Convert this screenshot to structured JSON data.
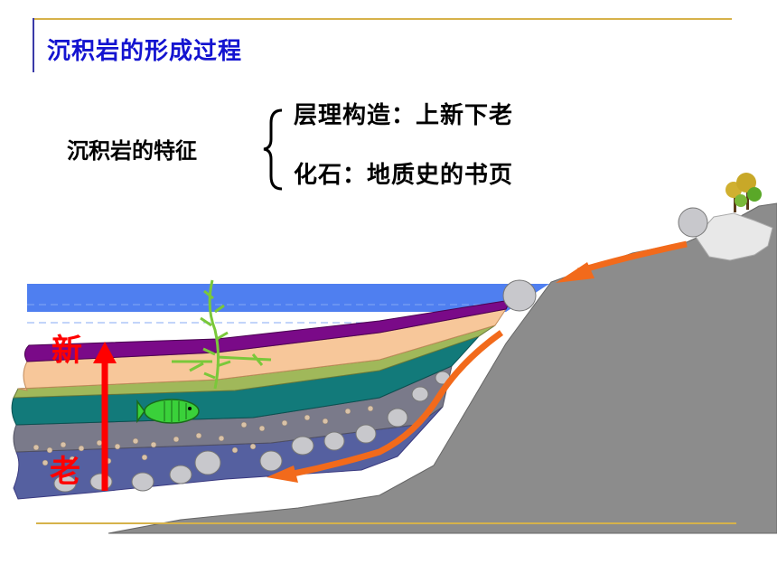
{
  "title": "沉积岩的形成过程",
  "features": {
    "label": "沉积岩的特征",
    "items": [
      "层理构造：上新下老",
      "化石：地质史的书页"
    ]
  },
  "arrow_labels": {
    "top": "新",
    "bottom": "老"
  },
  "colors": {
    "water": "#4f7ff0",
    "purple_layer": "#7a0a88",
    "tan_layer": "#f7c79a",
    "teal_layer": "#127a7a",
    "gray_layer": "#7a7a8a",
    "blue_gray_layer": "#5560a0",
    "mountain": "#8c8c8c",
    "arrow_red": "#ff0000",
    "flow_orange": "#f26a1b"
  }
}
